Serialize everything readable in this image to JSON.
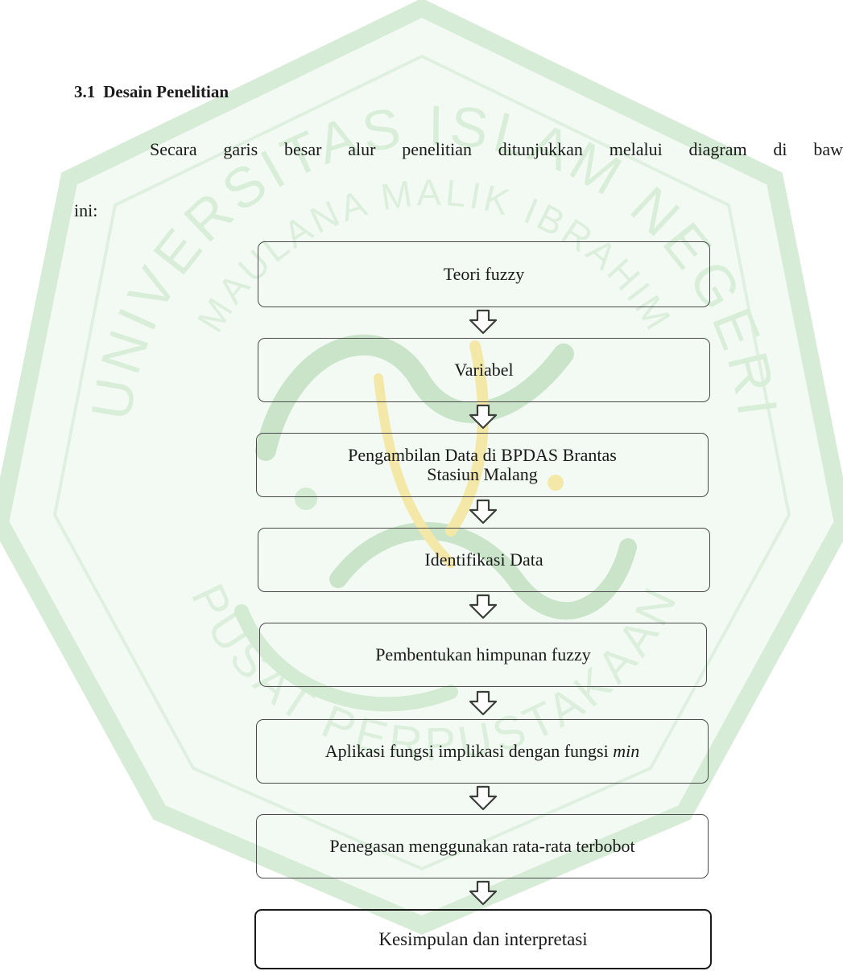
{
  "section": {
    "number": "3.1",
    "title": "Desain Penelitian"
  },
  "paragraph": {
    "line1": "Secara garis besar alur penelitian ditunjukkan melalui diagram di baw",
    "line2": "ini:"
  },
  "flow": {
    "steps": [
      {
        "lines": [
          "Teori fuzzy"
        ]
      },
      {
        "lines": [
          "Variabel"
        ]
      },
      {
        "lines": [
          "Pengambilan Data di BPDAS Brantas",
          "Stasiun Malang"
        ]
      },
      {
        "lines": [
          "Identifikasi Data"
        ]
      },
      {
        "lines": [
          "Pembentukan himpunan fuzzy"
        ]
      },
      {
        "lines": [
          "Aplikasi fungsi implikasi dengan fungsi",
          "min"
        ]
      },
      {
        "lines": [
          "Penegasan menggunakan rata-rata terbobot"
        ]
      },
      {
        "lines": [
          "Kesimpulan dan interpretasi"
        ]
      }
    ]
  },
  "watermark": {
    "arc_top": "UNIVERSITAS ISLAM NEGERI",
    "arc_middle": "MAULANA MALIK IBRAHIM",
    "arc_bottom": "PUSAT PERPUSTAKAAN",
    "colors": {
      "green": "#cfe7cf",
      "gold": "#f6ecb8"
    }
  }
}
